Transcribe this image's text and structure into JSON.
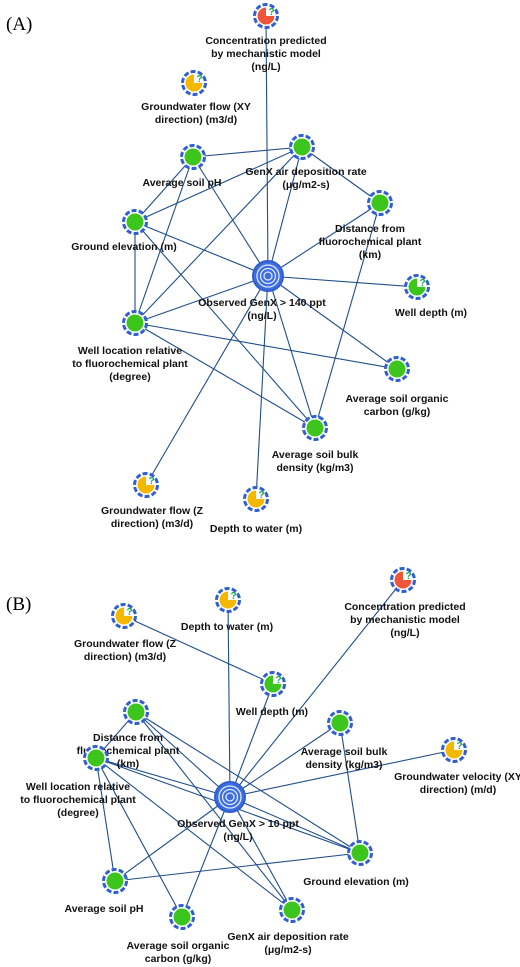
{
  "colors": {
    "edge": "#1f4e8c",
    "ring": "#2f5fd0",
    "green": "#3cc51c",
    "orange": "#f5b800",
    "red": "#f0553a",
    "target_inner": "#3d6ee0",
    "qmark": "#1aa84b"
  },
  "panels": [
    {
      "label": "(A)",
      "target": {
        "label": [
          "Observed GenX > 140 ppt",
          "(ng/L)"
        ]
      },
      "nodes": [
        {
          "id": "conc",
          "kind": "red",
          "label": [
            "Concentration predicted",
            "by mechanistic model",
            "(ng/L)"
          ]
        },
        {
          "id": "gwxy",
          "kind": "orange",
          "label": [
            "Groundwater flow (XY",
            "direction) (m3/d)"
          ]
        },
        {
          "id": "ph",
          "kind": "green",
          "label": [
            "Average soil pH"
          ]
        },
        {
          "id": "air",
          "kind": "green",
          "label": [
            "GenX air deposition rate",
            "(μg/m2-s)"
          ]
        },
        {
          "id": "dist",
          "kind": "green",
          "label": [
            "Distance from",
            "fluorochemical plant",
            "(km)"
          ]
        },
        {
          "id": "elev",
          "kind": "green",
          "label": [
            "Ground elevation (m)"
          ]
        },
        {
          "id": "well",
          "kind": "green-q",
          "label": [
            "Well depth (m)"
          ]
        },
        {
          "id": "loc",
          "kind": "green",
          "label": [
            "Well location relative",
            "to fluorochemical plant",
            "(degree)"
          ]
        },
        {
          "id": "carbon",
          "kind": "green",
          "label": [
            "Average soil organic",
            "carbon (g/kg)"
          ]
        },
        {
          "id": "bulk",
          "kind": "green",
          "label": [
            "Average soil bulk",
            "density (kg/m3)"
          ]
        },
        {
          "id": "gwz",
          "kind": "orange",
          "label": [
            "Groundwater flow (Z",
            "direction) (m3/d)"
          ]
        },
        {
          "id": "dtw",
          "kind": "orange",
          "label": [
            "Depth to water (m)"
          ]
        }
      ]
    },
    {
      "label": "(B)",
      "target": {
        "label": [
          "Observed GenX > 10 ppt",
          "(ng/L)"
        ]
      },
      "nodes": [
        {
          "id": "gwz",
          "kind": "orange",
          "label": [
            "Groundwater flow (Z",
            "direction) (m3/d)"
          ]
        },
        {
          "id": "dtw",
          "kind": "orange",
          "label": [
            "Depth to water (m)"
          ]
        },
        {
          "id": "conc",
          "kind": "red",
          "label": [
            "Concentration predicted",
            "by mechanistic model",
            "(ng/L)"
          ]
        },
        {
          "id": "well",
          "kind": "green-q",
          "label": [
            "Well depth (m)"
          ]
        },
        {
          "id": "dist",
          "kind": "green",
          "label": [
            "Distance from",
            "fluorochemical plant",
            "(km)"
          ]
        },
        {
          "id": "bulk",
          "kind": "green",
          "label": [
            "Average soil bulk",
            "density (kg/m3)"
          ]
        },
        {
          "id": "gwv",
          "kind": "orange",
          "label": [
            "Groundwater velocity (XY",
            "direction) (m/d)"
          ]
        },
        {
          "id": "loc",
          "kind": "green",
          "label": [
            "Well location relative",
            "to fluorochemical plant",
            "(degree)"
          ]
        },
        {
          "id": "elev",
          "kind": "green",
          "label": [
            "Ground elevation (m)"
          ]
        },
        {
          "id": "ph",
          "kind": "green",
          "label": [
            "Average soil pH"
          ]
        },
        {
          "id": "carbon",
          "kind": "green",
          "label": [
            "Average soil organic",
            "carbon (g/kg)"
          ]
        },
        {
          "id": "air",
          "kind": "green",
          "label": [
            "GenX air deposition rate",
            "(μg/m2-s)"
          ]
        }
      ]
    }
  ]
}
